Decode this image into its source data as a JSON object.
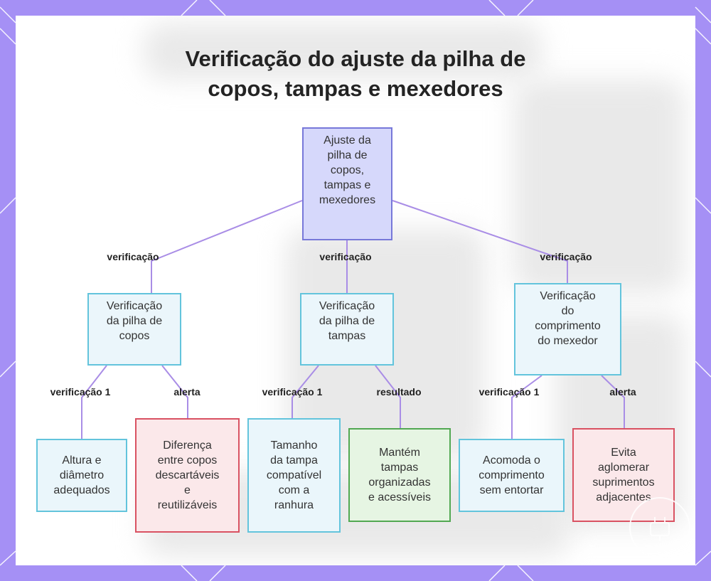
{
  "title_lines": [
    "Verificação do ajuste da pilha de",
    "copos, tampas e mexedores"
  ],
  "colors": {
    "frame": "#a590f5",
    "edge": "#a98de6",
    "root_fill": "#d6d8fb",
    "root_border": "#7778d9",
    "check_fill": "#ebf6fb",
    "check_border": "#63c4dc",
    "alert_fill": "#fbe8ea",
    "alert_border": "#d95262",
    "good_fill": "#e6f5e3",
    "good_border": "#52a852"
  },
  "nodes": {
    "root": {
      "lines": [
        "Ajuste da",
        "pilha de",
        "copos,",
        "tampas e",
        "mexedores"
      ]
    },
    "cups": {
      "lines": [
        "Verificação",
        "da pilha de",
        "copos"
      ]
    },
    "lids": {
      "lines": [
        "Verificação",
        "da pilha de",
        "tampas"
      ]
    },
    "stirrer": {
      "lines": [
        "Verificação",
        "do",
        "comprimento",
        "do mexedor"
      ]
    },
    "cups_ok": {
      "lines": [
        "Altura e",
        "diâmetro",
        "adequados"
      ]
    },
    "cups_alert": {
      "lines": [
        "Diferença",
        "entre copos",
        "descartáveis",
        "e",
        "reutilizáveis"
      ]
    },
    "lids_ok": {
      "lines": [
        "Tamanho",
        "da tampa",
        "compatível",
        "com a",
        "ranhura"
      ]
    },
    "lids_result": {
      "lines": [
        "Mantém",
        "tampas",
        "organizadas",
        "e acessíveis"
      ]
    },
    "stirrer_ok": {
      "lines": [
        "Acomoda o",
        "comprimento",
        "sem entortar"
      ]
    },
    "stirrer_alert": {
      "lines": [
        "Evita",
        "aglomerar",
        "suprimentos",
        "adjacentes"
      ]
    }
  },
  "edge_labels": {
    "root_cups": "verificação",
    "root_lids": "verificação",
    "root_stirrer": "verificação",
    "cups_ok": "verificação 1",
    "cups_alert": "alerta",
    "lids_ok": "verificação 1",
    "lids_result": "resultado",
    "stirrer_ok": "verificação 1",
    "stirrer_alert": "alerta"
  }
}
